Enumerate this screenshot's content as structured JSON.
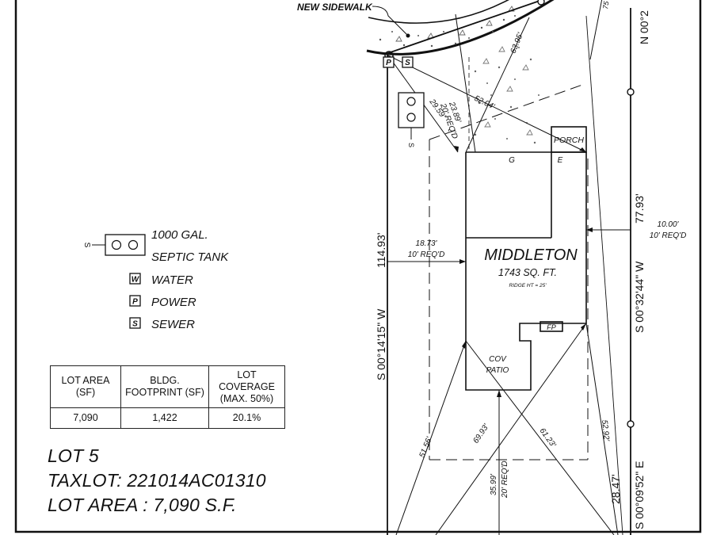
{
  "header": {
    "sidewalk_label": "NEW SIDEWALK"
  },
  "legend": {
    "septic_line1": "1000 GAL.",
    "septic_line2": "SEPTIC TANK",
    "septic_s": "S",
    "items": [
      {
        "symbol": "W",
        "label": "WATER"
      },
      {
        "symbol": "P",
        "label": "POWER"
      },
      {
        "symbol": "S",
        "label": "SEWER"
      }
    ]
  },
  "table": {
    "headers": [
      "LOT AREA (SF)",
      "BLDG. FOOTPRINT (SF)",
      "LOT COVERAGE (MAX. 50%)"
    ],
    "values": [
      "7,090",
      "1,422",
      "20.1%"
    ]
  },
  "lot": {
    "line1": "LOT 5",
    "line2": "TAXLOT: 221014AC01310",
    "line3": "LOT AREA : 7,090 S.F."
  },
  "house": {
    "name": "MIDDLETON",
    "area": "1743 SQ. FT.",
    "ridge": "RIDGE HT = 25'",
    "porch": "PORCH",
    "g": "G",
    "e": "E",
    "fp": "FP",
    "cov_patio_1": "COV",
    "cov_patio_2": "PATIO"
  },
  "bearings": {
    "left": "S 00°14'15\" W",
    "left_dist": "114.93'",
    "right": "S 00°32'44\" W",
    "right_dist": "77.93'",
    "right_lower": "S 00°09'52\" E",
    "right_lower_dist": "28.47'",
    "top_right": "N 00°2",
    "top_small": "75"
  },
  "dimensions": {
    "d_23_89": "23.89'",
    "d_20_req_top": "20' REQ'D",
    "d_29_59": "29.59'",
    "d_52_04": "52.04'",
    "d_63_95": "63.95'",
    "d_18_73": "18.73'",
    "d_10_req_left": "10' REQ'D",
    "d_10_00": "10.00'",
    "d_10_req_right": "10' REQ'D",
    "d_51_56": "51.56'",
    "d_69_93": "69.93'",
    "d_61_23": "61.23'",
    "d_52_92": "52.92'",
    "d_35_99": "35.99'",
    "d_20_req_bottom": "20' REQ'D"
  },
  "utilities": {
    "p": "P",
    "s": "S",
    "s_cleanout": "S"
  }
}
